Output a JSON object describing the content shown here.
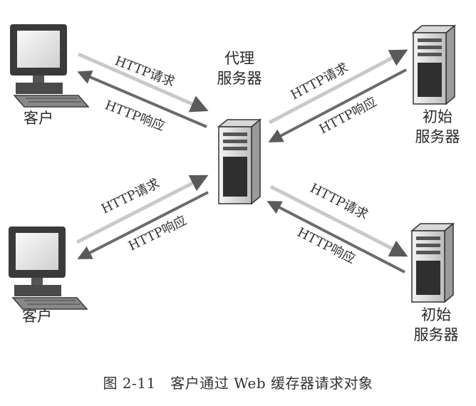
{
  "nodes": {
    "client_top": "客户",
    "client_bottom": "客户",
    "proxy": "代理\n服务器",
    "origin_top": "初始\n服务器",
    "origin_bottom": "初始\n服务器"
  },
  "edges": {
    "request": "HTTP请求",
    "response": "HTTP响应"
  },
  "caption": "图 2-11　客户通过 Web 缓存器请求对象",
  "colors": {
    "arrow_dark": "#6b6b6b",
    "arrow_light": "#c9c9c9",
    "device_body": "#e6e6e6",
    "device_dark": "#2f2f2f"
  }
}
